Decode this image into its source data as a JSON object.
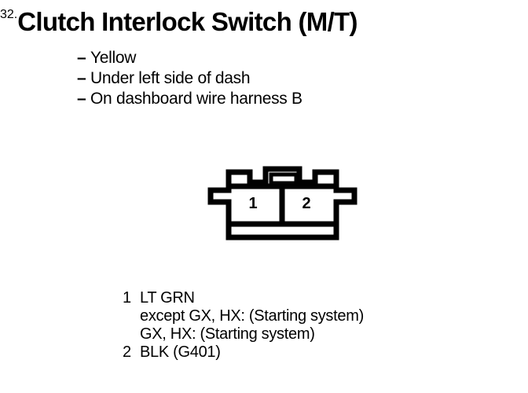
{
  "header": {
    "item_number": "32.",
    "title": "Clutch Interlock Switch (M/T)"
  },
  "attributes": {
    "dash": "–",
    "items": [
      {
        "label": "Yellow"
      },
      {
        "label": "Under left side of dash"
      },
      {
        "label": "On dashboard wire harness B"
      }
    ]
  },
  "connector": {
    "name": "2-pin-connector",
    "cavities": [
      {
        "number": "1"
      },
      {
        "number": "2"
      }
    ],
    "stroke_color": "#000000",
    "fill_color": "#ffffff"
  },
  "terminal_legend": {
    "rows": [
      {
        "num": "1",
        "text": "LT GRN",
        "indented": false
      },
      {
        "num": "",
        "text": "except GX, HX: (Starting system)",
        "indented": true
      },
      {
        "num": "",
        "text": "GX, HX: (Starting system)",
        "indented": true
      },
      {
        "num": "2",
        "text": "BLK (G401)",
        "indented": false
      }
    ]
  }
}
